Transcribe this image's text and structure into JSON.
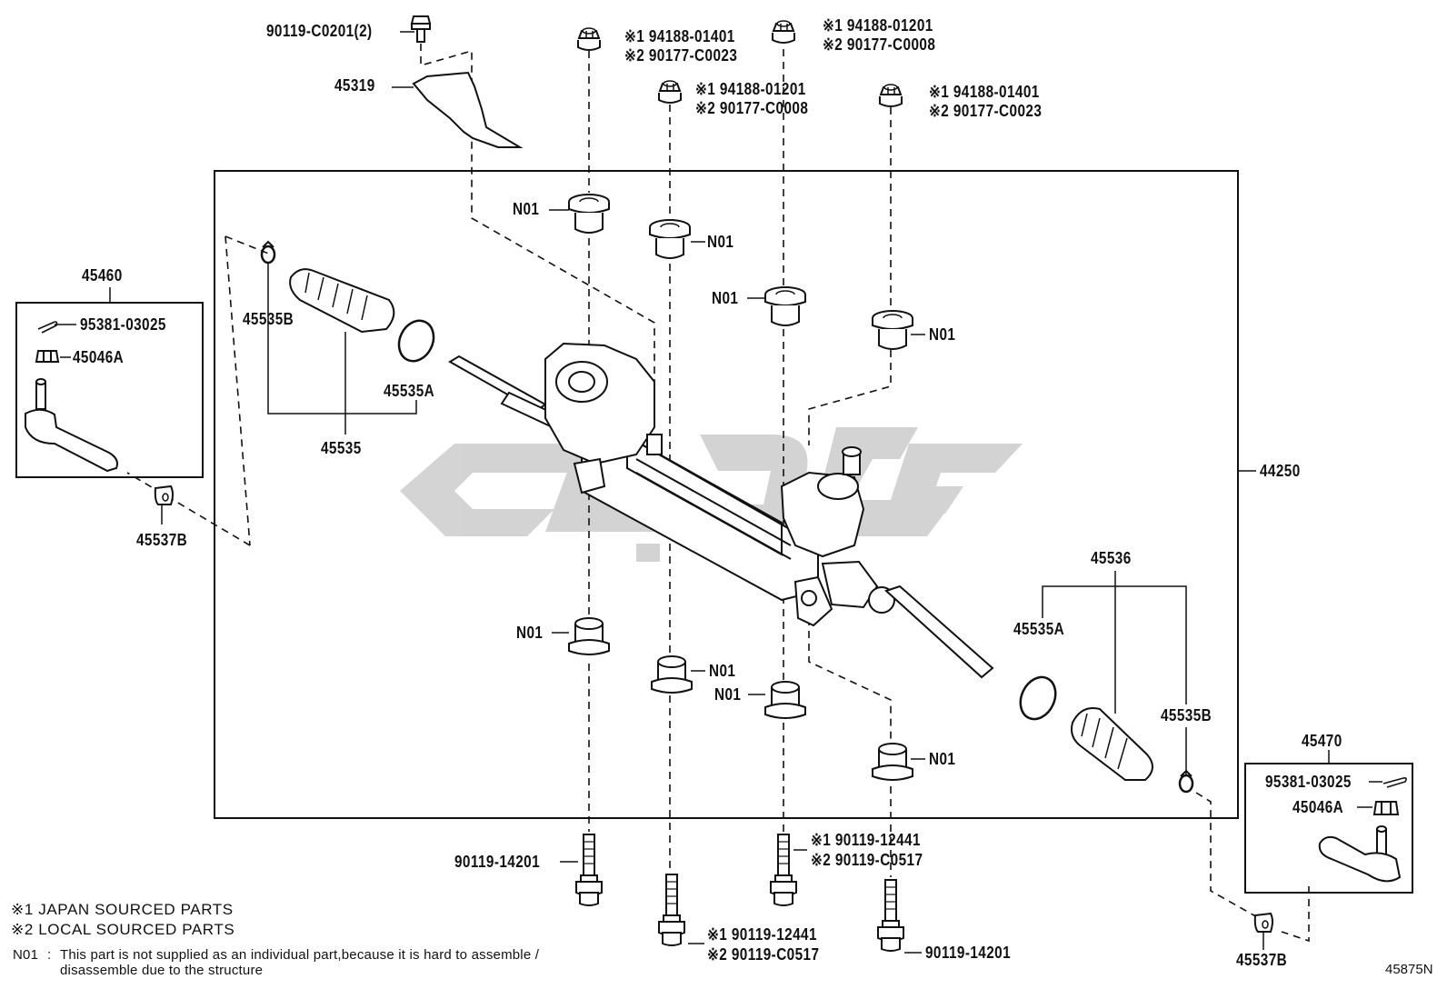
{
  "diagram_code": "45875N",
  "assembly_part": "44250",
  "top_parts": {
    "bolt_top_left": "90119-C0201(2)",
    "bracket": "45319",
    "nut_1": {
      "line1": "※1 94188-01401",
      "line2": "※2 90177-C0023"
    },
    "nut_2": {
      "line1": "※1 94188-01201",
      "line2": "※2 90177-C0008"
    },
    "nut_3": {
      "line1": "※1 94188-01201",
      "line2": "※2 90177-C0008"
    },
    "nut_4": {
      "line1": "※1 94188-01401",
      "line2": "※2 90177-C0023"
    }
  },
  "bushings": [
    "N01",
    "N01",
    "N01",
    "N01",
    "N01",
    "N01",
    "N01",
    "N01"
  ],
  "left_tie_rod_end": {
    "part": "45460",
    "cotter_pin": "95381-03025",
    "nut": "45046A",
    "dust_cover": "45537B"
  },
  "right_tie_rod_end": {
    "part": "45470",
    "cotter_pin": "95381-03025",
    "nut": "45046A",
    "dust_cover": "45537B"
  },
  "left_boot": {
    "clamp_b": "45535B",
    "clamp_a": "45535A",
    "set": "45535"
  },
  "right_boot": {
    "set": "45536",
    "clamp_a": "45535A",
    "clamp_b": "45535B"
  },
  "bottom_bolts": {
    "bolt_1": "90119-14201",
    "bolt_2": {
      "line1": "※1 90119-12441",
      "line2": "※2 90119-C0517"
    },
    "bolt_3": {
      "line1": "※1 90119-12441",
      "line2": "※2 90119-C0517"
    },
    "bolt_4": "90119-14201"
  },
  "legend": {
    "note1": "※1 JAPAN SOURCED PARTS",
    "note2": "※2 LOCAL SOURCED PARTS",
    "n01_key": "N01",
    "n01_colon": ":",
    "n01_line1": "This part is not supplied as an individual part,because it is hard to assemble /",
    "n01_line2": "disassemble due to the structure"
  },
  "colors": {
    "line": "#111111",
    "watermark": "#cfcfcf"
  }
}
